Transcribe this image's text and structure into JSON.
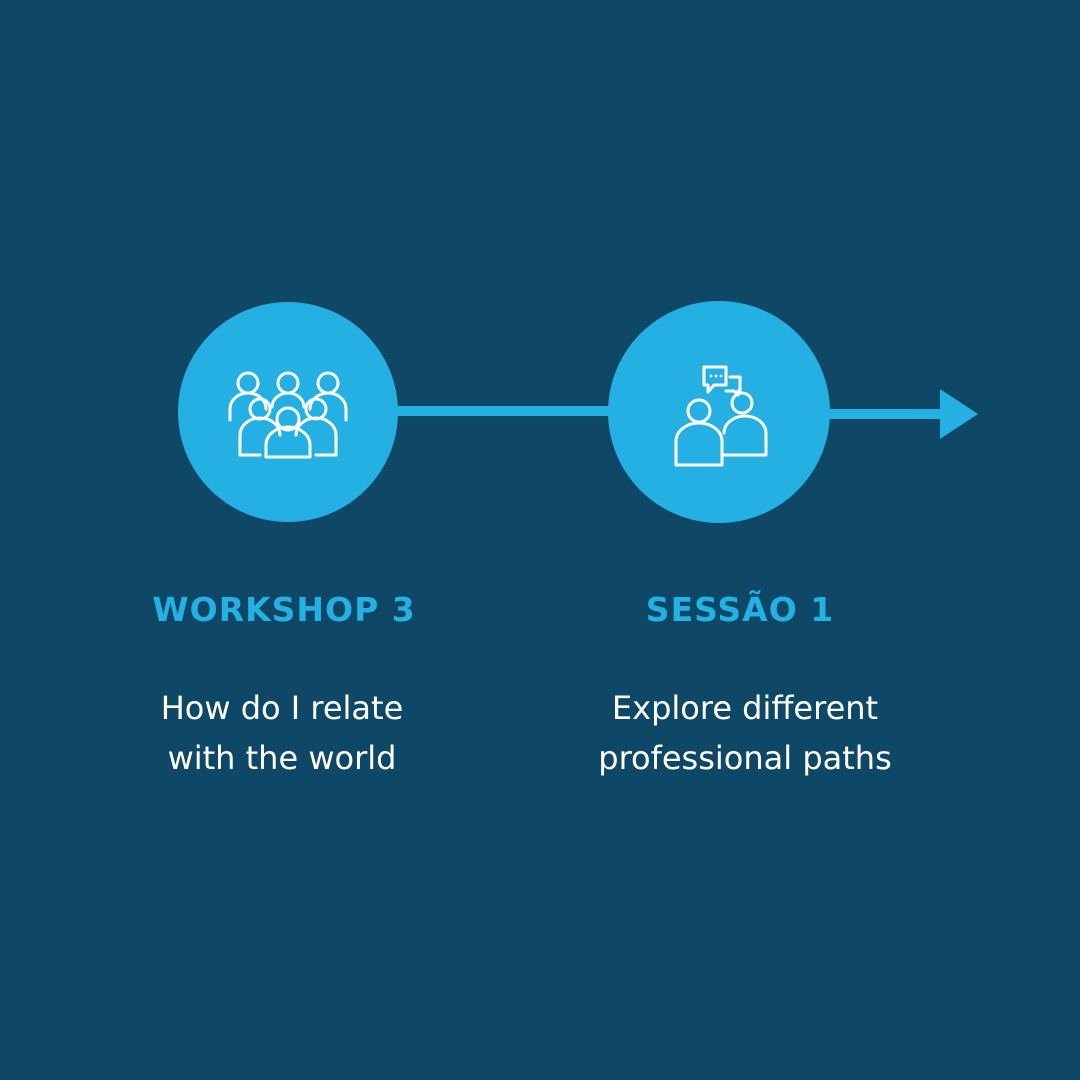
{
  "colors": {
    "background": "#0f4866",
    "accent": "#24b0e3",
    "text": "#ffffff"
  },
  "steps": [
    {
      "icon": "group-people-icon",
      "title": "WORKSHOP 3",
      "description_lines": [
        "How do I relate",
        "with the world"
      ]
    },
    {
      "icon": "conversation-people-icon",
      "title": "SESSÃO 1",
      "description_lines": [
        "Explore different",
        "professional paths"
      ]
    }
  ]
}
